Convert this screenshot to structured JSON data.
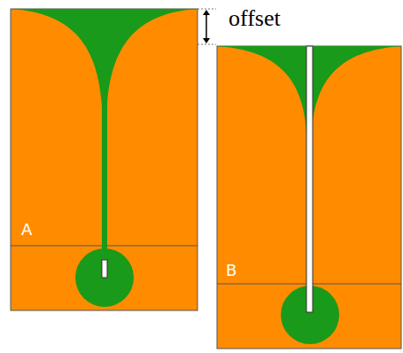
{
  "diagram": {
    "labels": [
      "offset",
      "A",
      "B"
    ]
  }
}
